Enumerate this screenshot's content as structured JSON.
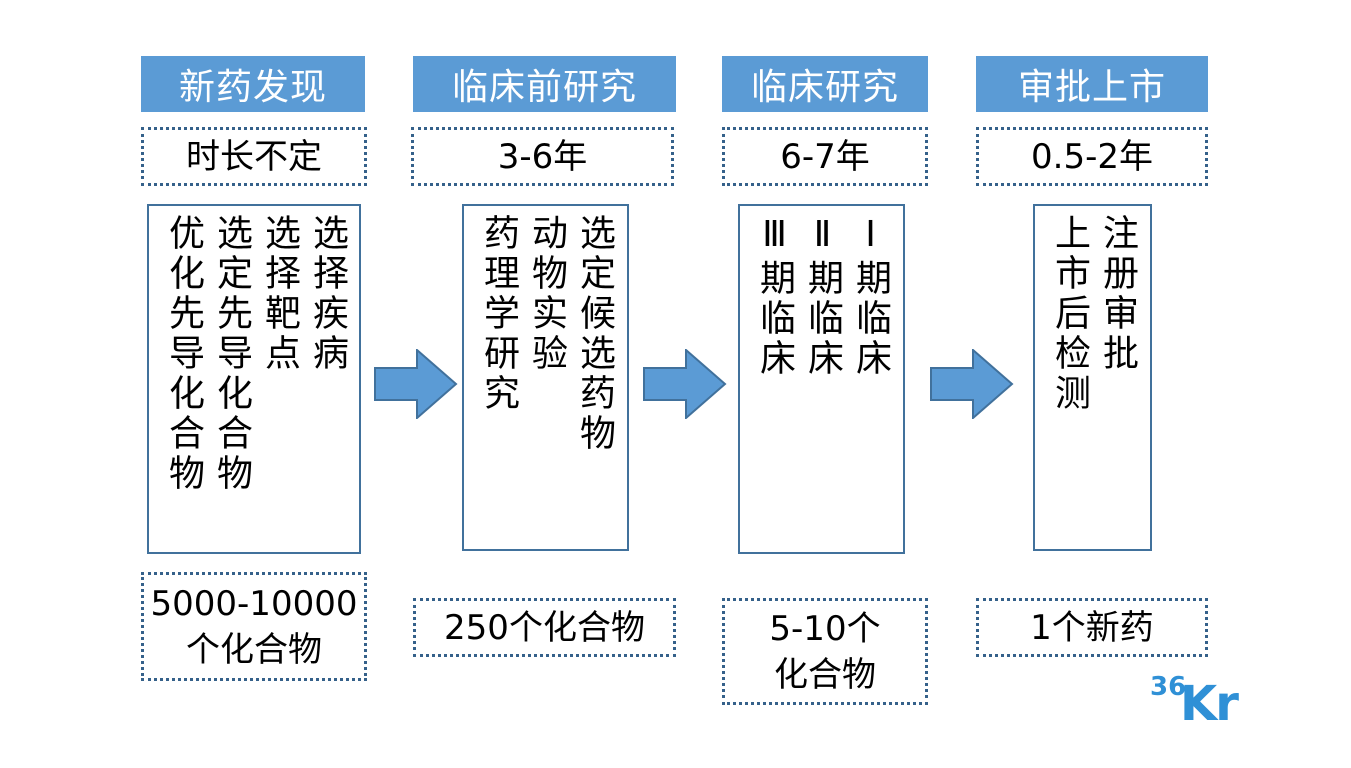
{
  "stages": [
    {
      "title": "新药发现",
      "duration": "时长不定",
      "activities": [
        "选择疾病",
        "选择靶点",
        "选定先导化合物",
        "优化先导化合物"
      ],
      "output_line1": "5000-10000",
      "output_line2": "个化合物"
    },
    {
      "title": "临床前研究",
      "duration": "3-6年",
      "activities": [
        "选定候选药物",
        "动物实验",
        "药理学研究"
      ],
      "output_line1": "250个化合物"
    },
    {
      "title": "临床研究",
      "duration": "6-7年",
      "activities": [
        "Ⅰ期临床",
        "Ⅱ期临床",
        "Ⅲ期临床"
      ],
      "output_line1": "5-10个",
      "output_line2": "化合物"
    },
    {
      "title": "审批上市",
      "duration": "0.5-2年",
      "activities": [
        "注册审批",
        "上市后检测"
      ],
      "output_line1": "1个新药"
    }
  ],
  "logo": {
    "digits": "36",
    "letters": "Kr"
  },
  "colors": {
    "header_bg": "#5b9bd5",
    "arrow": "#5b9bd5",
    "border": "#41719c",
    "dotted_border": "#35618a",
    "logo": "#2f90d6"
  }
}
